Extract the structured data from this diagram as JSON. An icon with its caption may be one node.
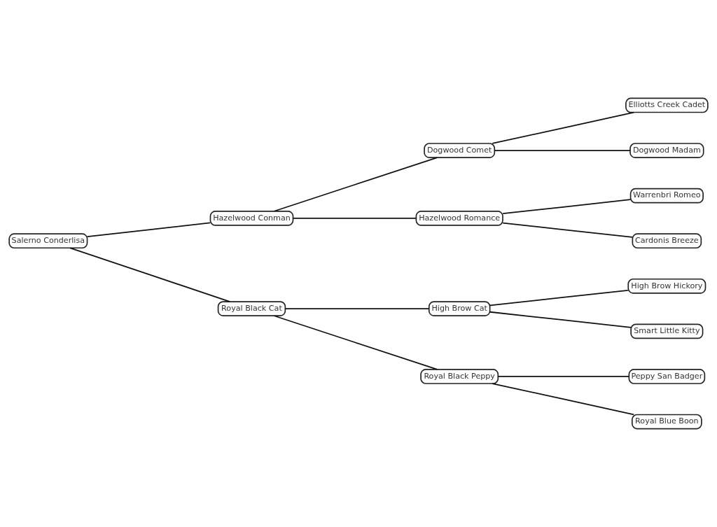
{
  "diagram": {
    "nodes": [
      {
        "text": [
          "Salerno Conderlisa"
        ]
      },
      {
        "text": [
          "Hazelwood Conman"
        ]
      },
      {
        "text": [
          "Dogwood Comet"
        ]
      },
      {
        "text": [
          "Elliotts Creek Cadet"
        ]
      },
      {
        "text": [
          "Dogwood Madam"
        ]
      },
      {
        "text": [
          "Hazelwood Romance"
        ]
      },
      {
        "text": [
          "Warrenbri Romeo"
        ]
      },
      {
        "text": [
          "Cardonis Breeze"
        ]
      },
      {
        "text": [
          "Royal Black Cat"
        ]
      },
      {
        "text": [
          "High Brow Cat"
        ]
      },
      {
        "text": [
          "High Brow Hickory"
        ]
      },
      {
        "text": [
          "Smart Little Kitty"
        ]
      },
      {
        "text": [
          "Royal Black Peppy"
        ]
      },
      {
        "text": [
          "Peppy San Badger"
        ]
      },
      {
        "text": [
          "Royal Blue Boon"
        ]
      }
    ],
    "edges": [
      {
        "from": 0,
        "to": 1,
        "arrow": "none"
      },
      {
        "from": 1,
        "to": 2,
        "arrow": "none"
      },
      {
        "from": 2,
        "to": 3,
        "arrow": "none"
      },
      {
        "from": 2,
        "to": 4,
        "arrow": "none"
      },
      {
        "from": 1,
        "to": 5,
        "arrow": "none"
      },
      {
        "from": 5,
        "to": 6,
        "arrow": "none"
      },
      {
        "from": 5,
        "to": 7,
        "arrow": "none"
      },
      {
        "from": 0,
        "to": 8,
        "arrow": "none"
      },
      {
        "from": 8,
        "to": 9,
        "arrow": "none"
      },
      {
        "from": 9,
        "to": 10,
        "arrow": "none"
      },
      {
        "from": 9,
        "to": 11,
        "arrow": "none"
      },
      {
        "from": 8,
        "to": 12,
        "arrow": "none"
      },
      {
        "from": 12,
        "to": 13,
        "arrow": "none"
      },
      {
        "from": 12,
        "to": 14,
        "arrow": "none"
      }
    ]
  }
}
